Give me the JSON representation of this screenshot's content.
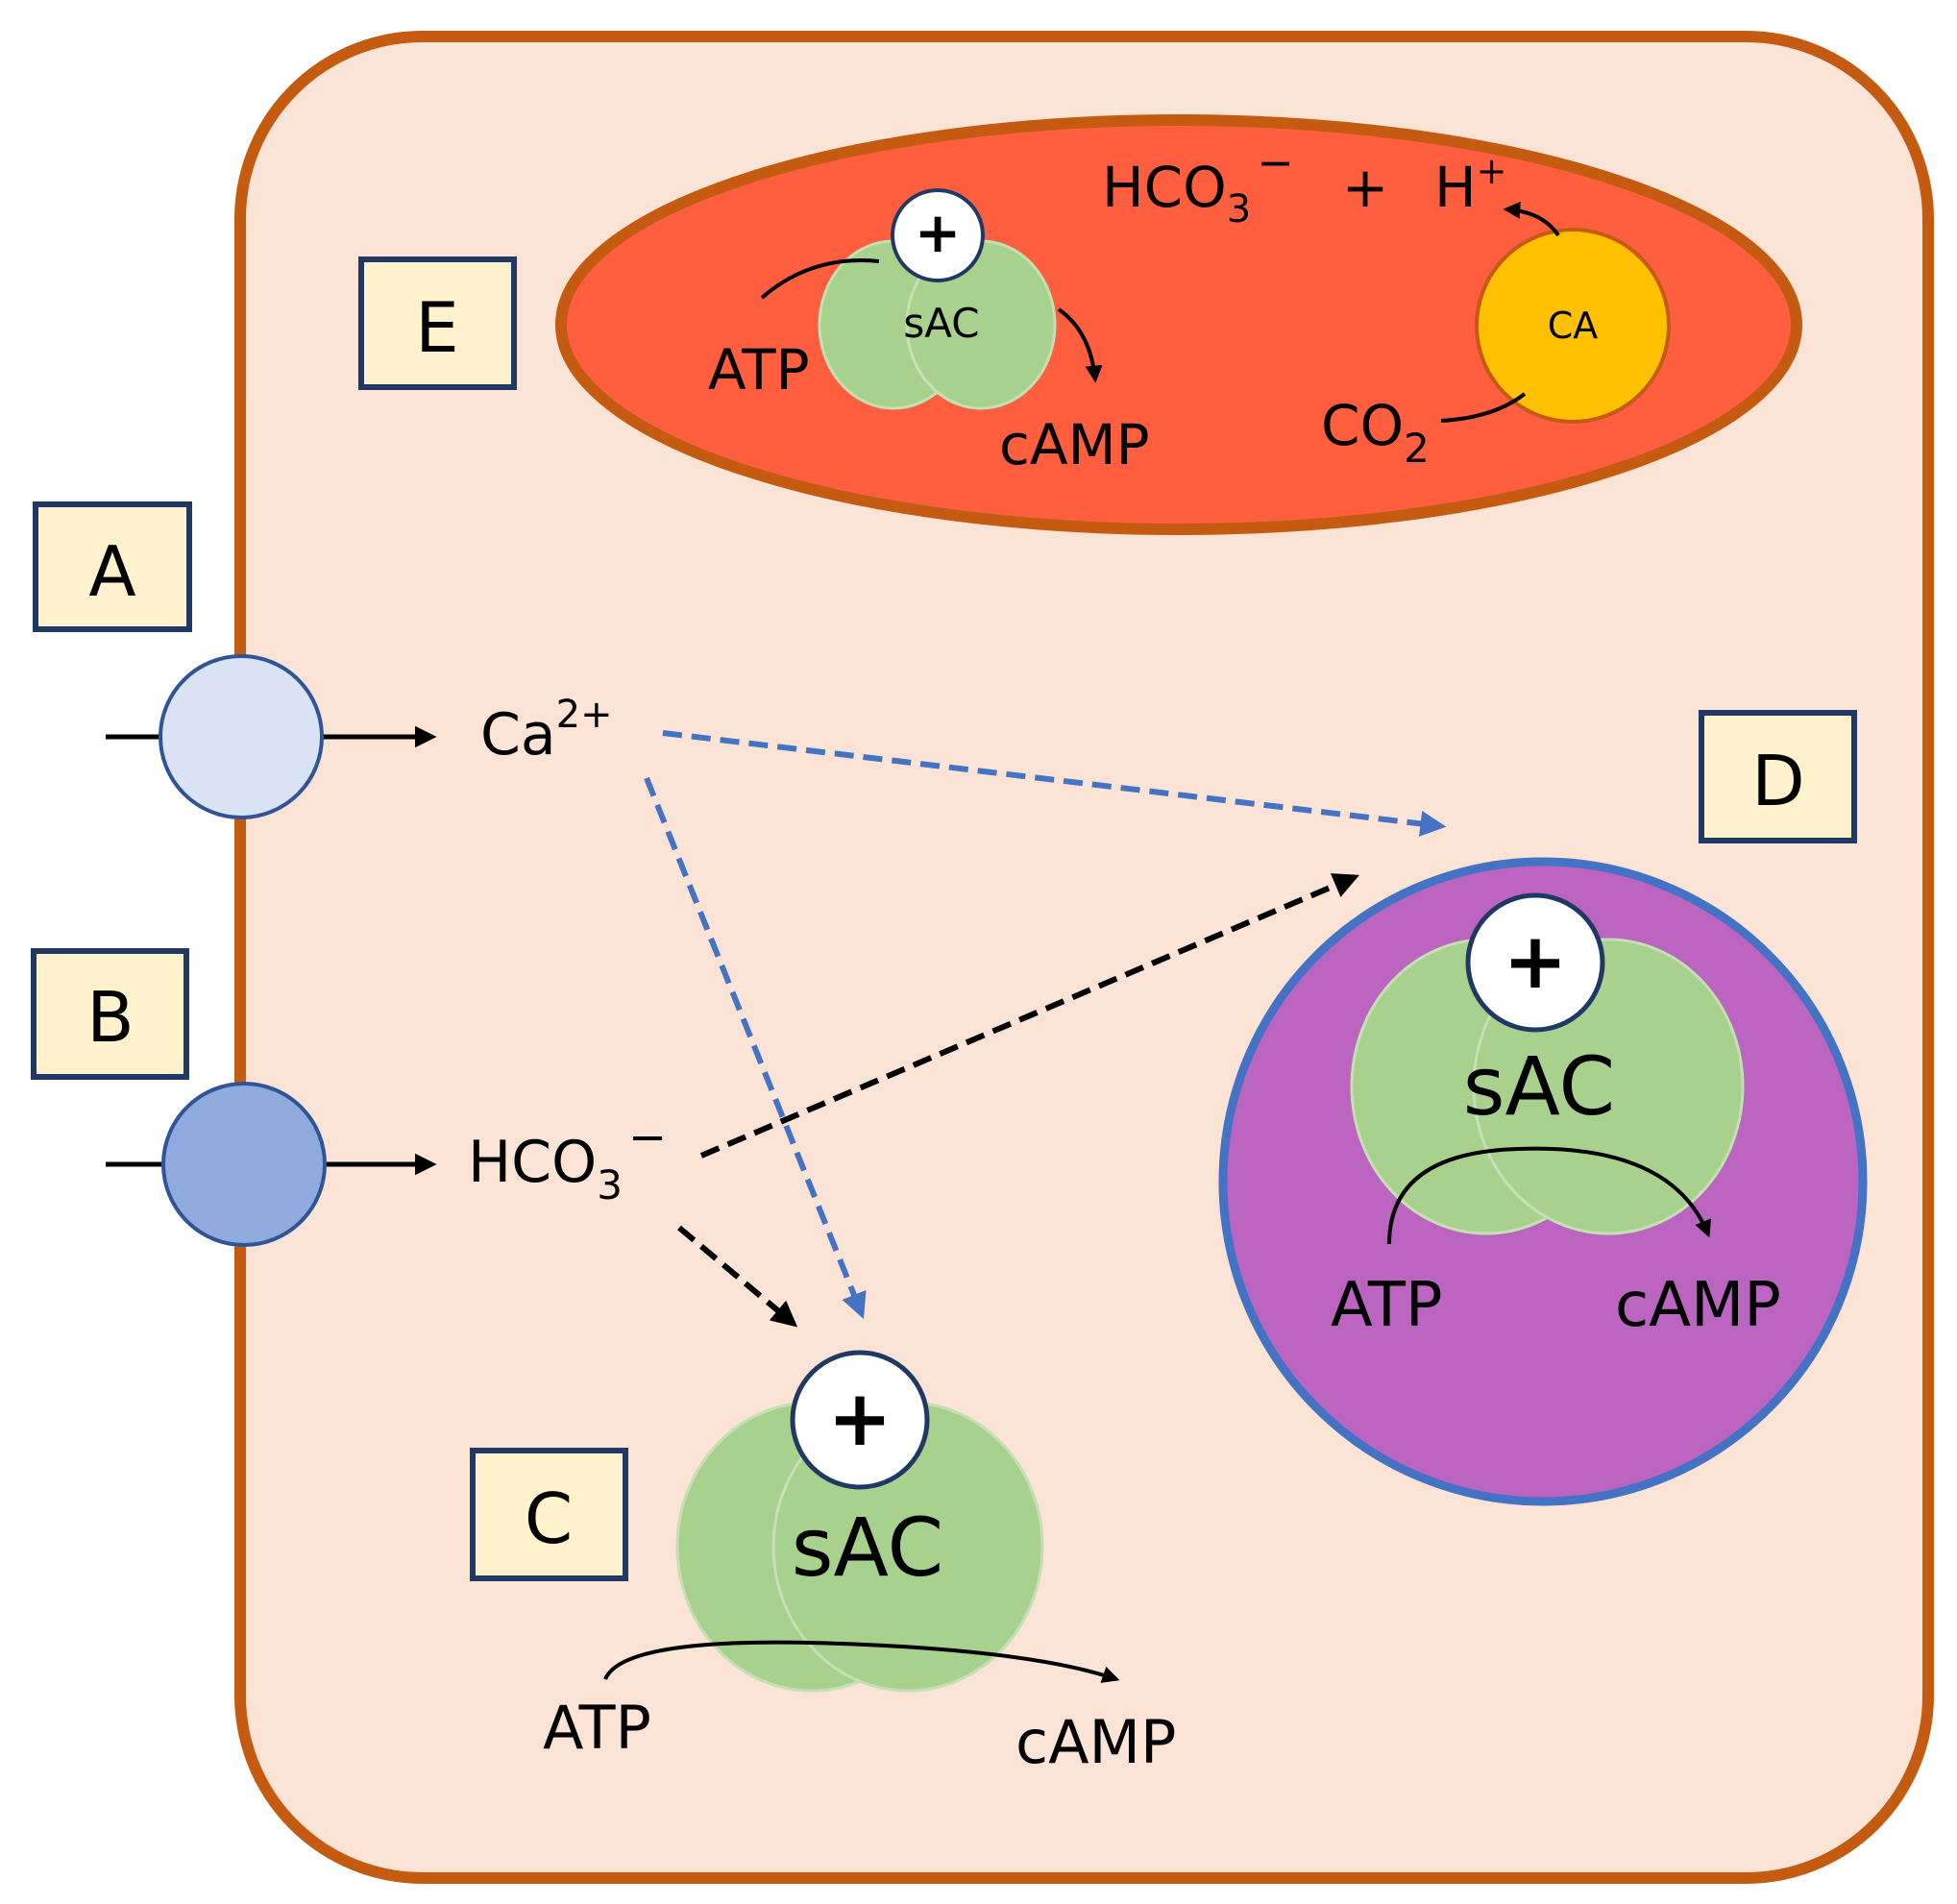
{
  "panels": {
    "a": "A",
    "b": "B",
    "c": "C",
    "d": "D",
    "e": "E"
  },
  "ions": {
    "calcium_base": "Ca",
    "calcium_charge": "2+",
    "bicarbonate_base": "HCO",
    "bicarbonate_sub": "3",
    "bicarbonate_charge": "−"
  },
  "enzyme": {
    "sac": "sAC",
    "plus": "+",
    "atp": "ATP",
    "camp": "cAMP"
  },
  "mito": {
    "sac": "sAC",
    "plus": "+",
    "atp": "ATP",
    "camp": "cAMP",
    "hco_base": "HCO",
    "hco_sub": "3",
    "hco_charge": "−",
    "plus_sign": "+",
    "h_base": "H",
    "h_charge": "+",
    "ca_enzyme": "CA",
    "co2_base": "CO",
    "co2_sub": "2"
  },
  "colors": {
    "cell_fill": "#fbe3d6",
    "cell_border": "#c55a11",
    "mito_fill": "#ff5f3f",
    "nucleus_fill": "#bb65c1",
    "nucleus_border": "#4472c4",
    "sac_fill": "#a9d18e",
    "ca_fill": "#ffc000",
    "label_fill": "#fff2cc",
    "channel_a": "#dae3f3",
    "channel_b": "#8faadc",
    "blue_arrow": "#4472c4"
  }
}
